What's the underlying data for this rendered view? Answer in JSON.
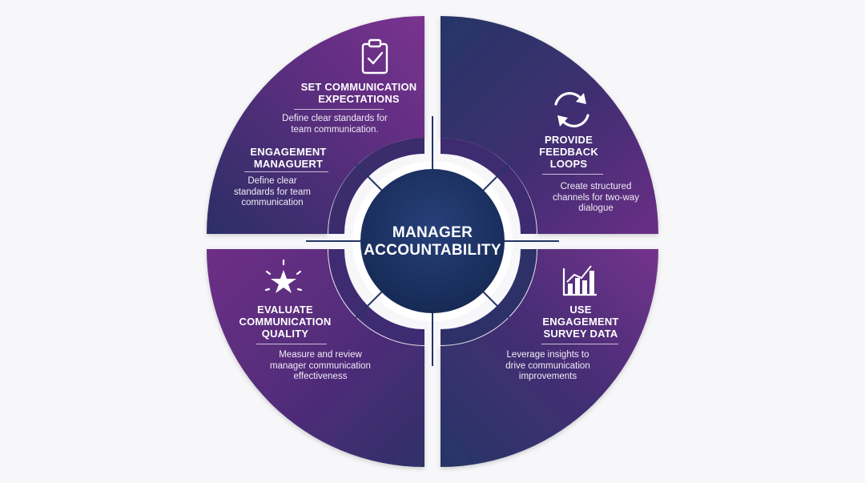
{
  "center": {
    "line1": "MANAGER",
    "line2": "ACCOUNTABILITY"
  },
  "quadrants": [
    {
      "title_line1": "SET COMMUNICATION",
      "title_line2": "EXPECTATIONS",
      "desc_line1": "Define clear standards for",
      "desc_line2": "team communication.",
      "icon": "clipboard-check-icon",
      "extra": {
        "title_line1": "ENGAGEMENT",
        "title_line2": "MANAGUERT",
        "desc_line1": "Define clear",
        "desc_line2": "standards for team",
        "desc_line3": "communication"
      }
    },
    {
      "title_line1": "PROVIDE",
      "title_line2": "FEEDBACK",
      "title_line3": "LOOPS",
      "desc_line1": "Create structured",
      "desc_line2": "channels for two-way",
      "desc_line3": "dialogue",
      "icon": "refresh-cycle-icon"
    },
    {
      "title_line1": "EVALUATE",
      "title_line2": "COMMUNICATION",
      "title_line3": "QUALITY",
      "desc_line1": "Measure and review",
      "desc_line2": "manager communication",
      "desc_line3": "effectiveness",
      "icon": "star-burst-icon"
    },
    {
      "title_line1": "USE",
      "title_line2": "ENGAGEMENT",
      "title_line3": "SURVEY DATA",
      "desc_line1": "Leverage insights to",
      "desc_line2": "drive communication",
      "desc_line3": "improvements",
      "icon": "bar-chart-growth-icon"
    }
  ],
  "colors": {
    "purple": "#6e2f86",
    "navy": "#243566",
    "center": "#1c3260",
    "background": "#f7f7f9"
  }
}
